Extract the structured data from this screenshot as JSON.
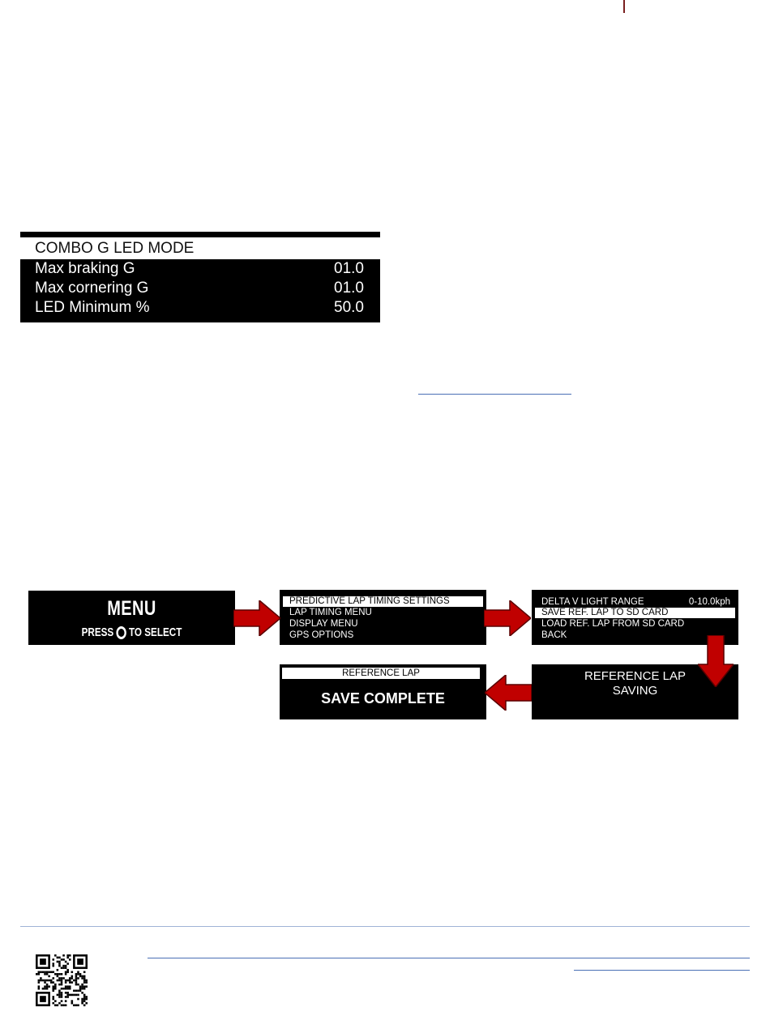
{
  "combo_panel": {
    "title": "COMBO G LED MODE",
    "rows": [
      {
        "label": "Max braking G",
        "value": "01.0"
      },
      {
        "label": "Max cornering G",
        "value": "01.0"
      },
      {
        "label": "LED Minimum %",
        "value": "50.0"
      }
    ]
  },
  "flow": {
    "menu_screen": {
      "title": "MENU",
      "sub_prefix": "PRESS",
      "sub_suffix": "TO SELECT",
      "icon": "circle-button-icon"
    },
    "main_menu": {
      "items": [
        "PREDICTIVE LAP TIMING SETTINGS",
        "LAP TIMING MENU",
        "DISPLAY MENU",
        "GPS OPTIONS"
      ],
      "selected_index": 0
    },
    "plt_menu": {
      "items": [
        "DELTA V LIGHT RANGE",
        "SAVE REF. LAP TO SD CARD",
        "LOAD REF. LAP FROM SD CARD",
        "BACK"
      ],
      "range_value": "0-10.0kph",
      "selected_index": 1
    },
    "saving_screen": {
      "line1": "REFERENCE LAP",
      "line2": "SAVING"
    },
    "complete_screen": {
      "header": "REFERENCE LAP",
      "message": "SAVE COMPLETE"
    },
    "arrow_color": "#c00000"
  }
}
